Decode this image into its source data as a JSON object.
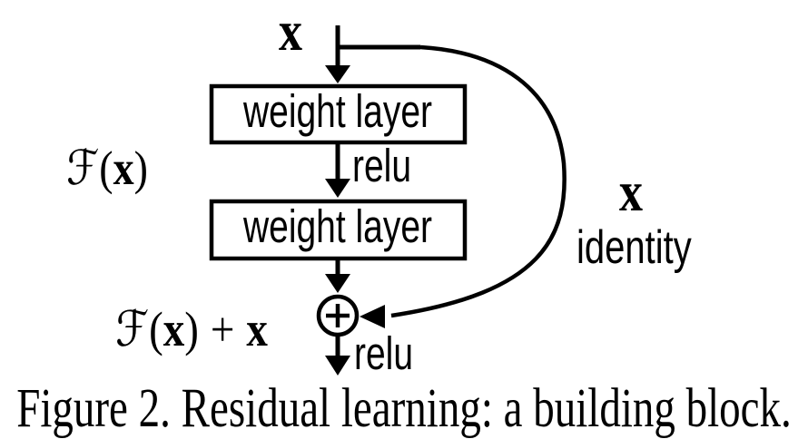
{
  "figure": {
    "type": "residual-learning-building-block-diagram",
    "ink_color": "#000000",
    "background_color": "#ffffff",
    "labels": {
      "input": "x",
      "weight_layer_1": "weight layer",
      "relu_mid": "relu",
      "weight_layer_2": "weight layer",
      "relu_out": "relu",
      "identity_x": "x",
      "identity": "identity",
      "residual_function": "ℱ(x)",
      "sum_formula": "ℱ(x) + x",
      "sum_node_symbol": "+"
    },
    "math": {
      "script_f": "ℱ",
      "open_paren": "(",
      "x": "x",
      "close_paren": ")",
      "plus": "+",
      "x2": "x"
    },
    "caption": "Figure 2. Residual learning: a building block."
  }
}
